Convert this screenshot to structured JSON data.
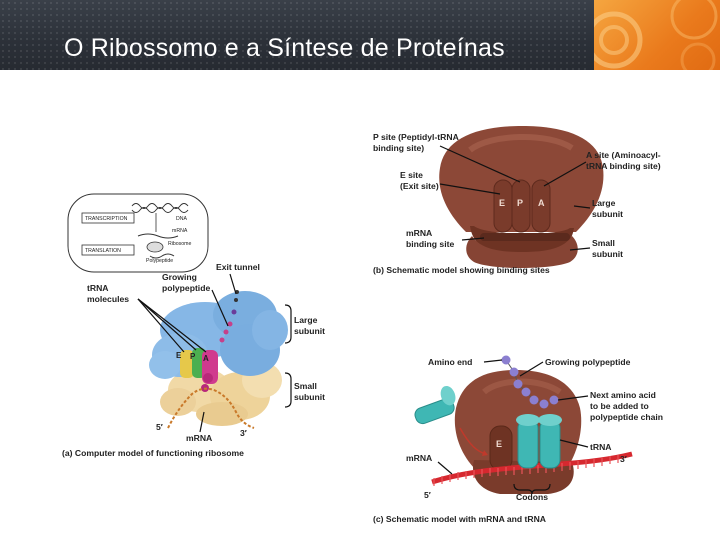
{
  "slide": {
    "title": "O Ribossomo e a  Síntese de Proteínas"
  },
  "panel_a": {
    "inset": {
      "transcription": "TRANSCRIPTION",
      "dna": "DNA",
      "mrna": "mRNA",
      "translation": "TRANSLATION",
      "ribosome": "Ribosome",
      "polypeptide": "Polypeptide"
    },
    "trna_molecules_line1": "tRNA",
    "trna_molecules_line2": "molecules",
    "growing_polypeptide_line1": "Growing",
    "growing_polypeptide_line2": "polypeptide",
    "exit_tunnel": "Exit tunnel",
    "large_subunit_line1": "Large",
    "large_subunit_line2": "subunit",
    "small_subunit_line1": "Small",
    "small_subunit_line2": "subunit",
    "site_e": "E",
    "site_p": "P",
    "site_a": "A",
    "five_prime": "5′",
    "three_prime": "3′",
    "mrna": "mRNA",
    "caption": "(a) Computer model of functioning ribosome"
  },
  "panel_b": {
    "p_site_line1": "P site (Peptidyl-tRNA",
    "p_site_line2": "binding site)",
    "e_site_line1": "E site",
    "e_site_line2": "(Exit site)",
    "a_site_line1": "A site (Aminoacyl-",
    "a_site_line2": "tRNA binding site)",
    "large_subunit_line1": "Large",
    "large_subunit_line2": "subunit",
    "mrna_binding_line1": "mRNA",
    "mrna_binding_line2": "binding site",
    "small_subunit_line1": "Small",
    "small_subunit_line2": "subunit",
    "site_e": "E",
    "site_p": "P",
    "site_a": "A",
    "caption": "(b) Schematic model showing binding sites"
  },
  "panel_c": {
    "amino_end": "Amino end",
    "growing_polypeptide": "Growing polypeptide",
    "next_amino_line1": "Next amino acid",
    "next_amino_line2": "to be added to",
    "next_amino_line3": "polypeptide chain",
    "trna": "tRNA",
    "mrna": "mRNA",
    "three_prime": "3′",
    "five_prime": "5′",
    "site_e": "E",
    "codons": "Codons",
    "caption": "(c) Schematic model with mRNA and tRNA"
  },
  "colors": {
    "header": "#2c3139",
    "accent": "#ea7a1c",
    "ribosome": "#8b4636",
    "trna": "#3fb7b4",
    "mrna": "#d6282f",
    "large_subunit_model": "#7fb2e3",
    "small_subunit_model": "#f1d9a6"
  }
}
